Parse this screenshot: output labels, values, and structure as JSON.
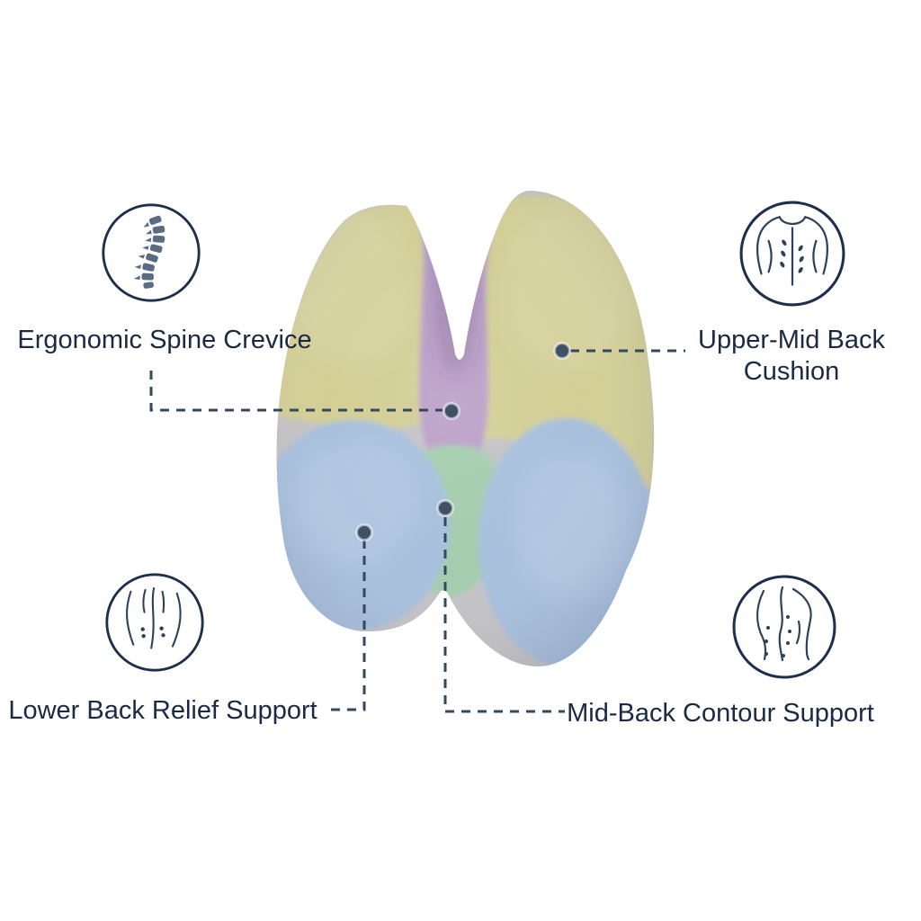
{
  "features": [
    {
      "label": "Ergonomic Spine Crevice",
      "icon": "spine-icon",
      "zone": "spine-crevice",
      "zone_color": "#bb9ec9"
    },
    {
      "label": "Upper-Mid Back Cushion",
      "icon": "upper-back-icon",
      "zone": "upper-mid-back",
      "zone_color": "#d6d192"
    },
    {
      "label": "Lower Back Relief Support",
      "icon": "lower-back-icon",
      "zone": "lower-back",
      "zone_color": "#a6c1e0"
    },
    {
      "label": "Mid-Back Contour Support",
      "icon": "mid-back-contour-icon",
      "zone": "mid-back",
      "zone_color": "#a3cfad"
    }
  ],
  "colors": {
    "background": "#ffffff",
    "cushion_base": "#c5c4c6",
    "zone_upper_mid_back": "#d6d192",
    "zone_spine_crevice": "#bb9ec9",
    "zone_lower_back": "#a6c1e0",
    "zone_mid_back": "#a3cfad",
    "marker_dot": "#3f5166",
    "leader_line": "#34485e",
    "label_text": "#1b2a44",
    "icon_stroke": "#2d4257",
    "spine_icon_fill": "#5a6c81"
  }
}
